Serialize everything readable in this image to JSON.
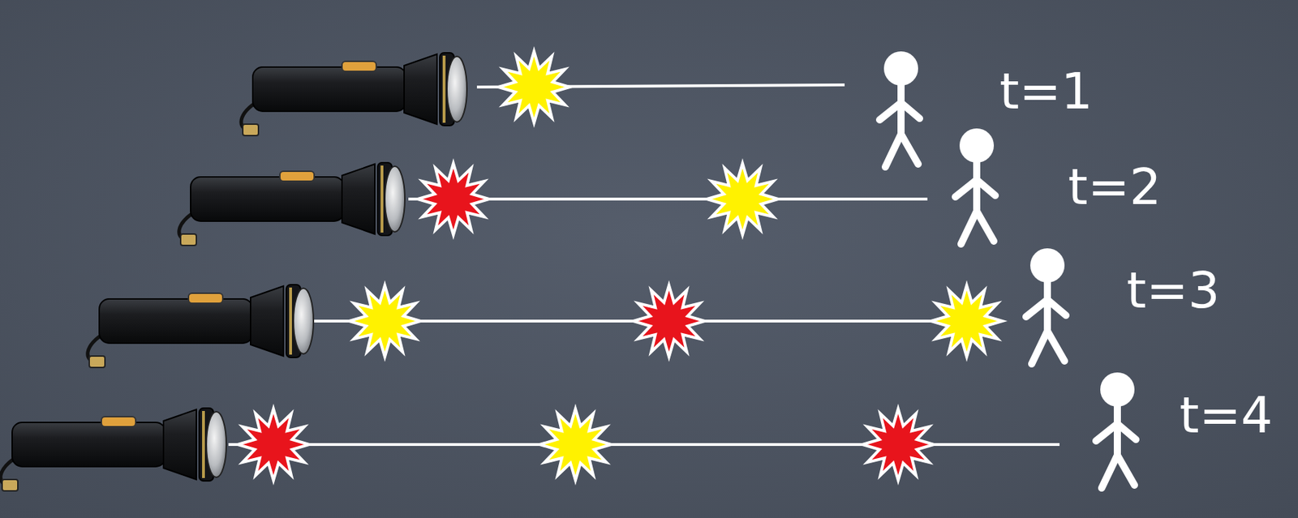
{
  "diagram": {
    "labels": [
      "t=1",
      "t=2",
      "t=3",
      "t=4"
    ]
  }
}
